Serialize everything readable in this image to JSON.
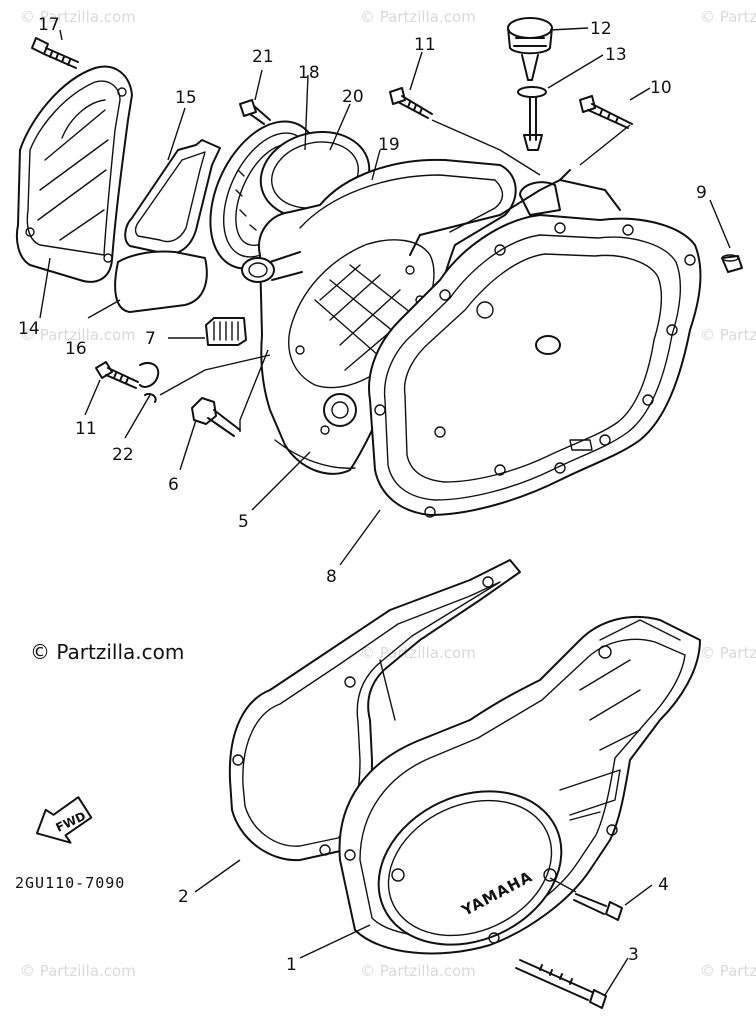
{
  "watermark": "© Partzilla.com",
  "copyright": "© Partzilla.com",
  "diagram_code": "2GU110-7090",
  "brand_text": "YAMAHA",
  "arrow_text": "FWD",
  "callouts": {
    "c1": "1",
    "c2": "2",
    "c3": "3",
    "c4": "4",
    "c5": "5",
    "c6": "6",
    "c7": "7",
    "c8": "8",
    "c9": "9",
    "c10": "10",
    "c11a": "11",
    "c11b": "11",
    "c12": "12",
    "c13": "13",
    "c14": "14",
    "c15": "15",
    "c16": "16",
    "c17": "17",
    "c18": "18",
    "c19": "19",
    "c20": "20",
    "c21": "21",
    "c22": "22"
  }
}
